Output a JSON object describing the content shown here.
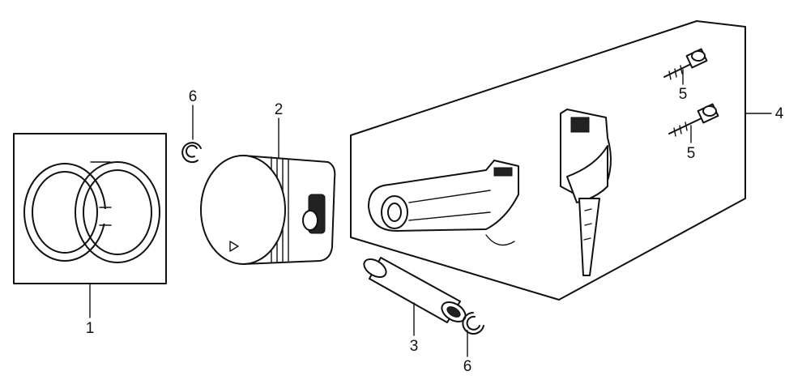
{
  "callouts": [
    {
      "id": "rings",
      "label": "1"
    },
    {
      "id": "piston",
      "label": "2"
    },
    {
      "id": "pin",
      "label": "3"
    },
    {
      "id": "conrod",
      "label": "4"
    },
    {
      "id": "bolt_upper",
      "label": "5"
    },
    {
      "id": "bolt_lower",
      "label": "5"
    },
    {
      "id": "clip_upper",
      "label": "6"
    },
    {
      "id": "clip_lower",
      "label": "6"
    }
  ],
  "colors": {
    "line": "#111111",
    "background": "#ffffff"
  }
}
